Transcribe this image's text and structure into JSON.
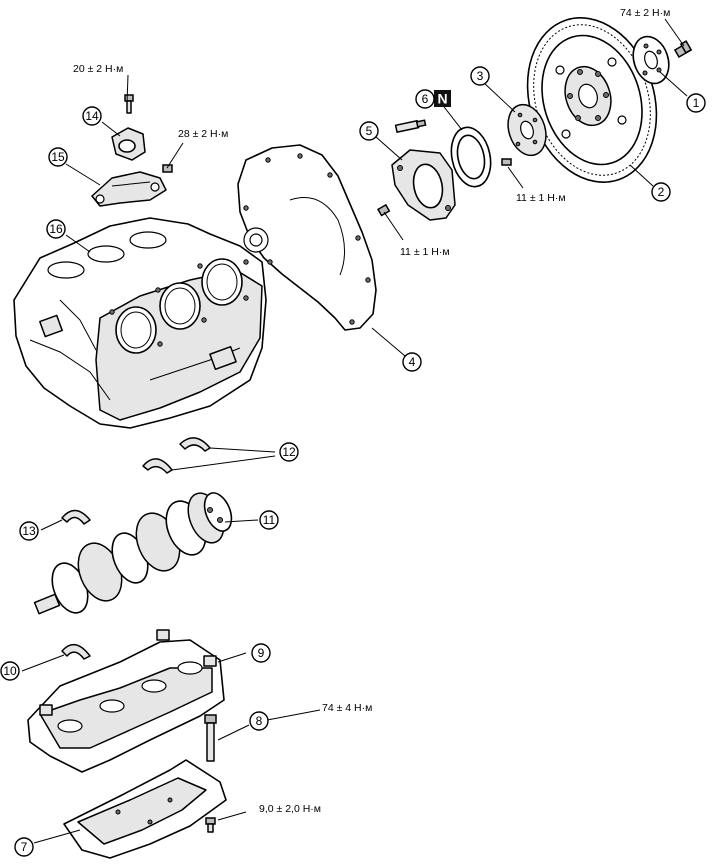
{
  "torques": {
    "t1": "74 ± 2 Н·м",
    "t2": "20 ± 2 Н·м",
    "t3": "28 ± 2 Н·м",
    "t4": "11 ± 1 Н·м",
    "t5": "11 ± 1 Н·м",
    "t6": "74 ± 4 Н·м",
    "t7": "9,0 ± 2,0 Н·м"
  },
  "callouts": {
    "c1": "1",
    "c2": "2",
    "c3": "3",
    "c4": "4",
    "c5": "5",
    "c6": "6",
    "c7": "7",
    "c8": "8",
    "c9": "9",
    "c10": "10",
    "c11": "11",
    "c12": "12",
    "c13": "13",
    "c14": "14",
    "c15": "15",
    "c16": "16"
  },
  "badge": {
    "new_part": "N"
  },
  "colors": {
    "ink": "#000000",
    "background": "#ffffff"
  }
}
